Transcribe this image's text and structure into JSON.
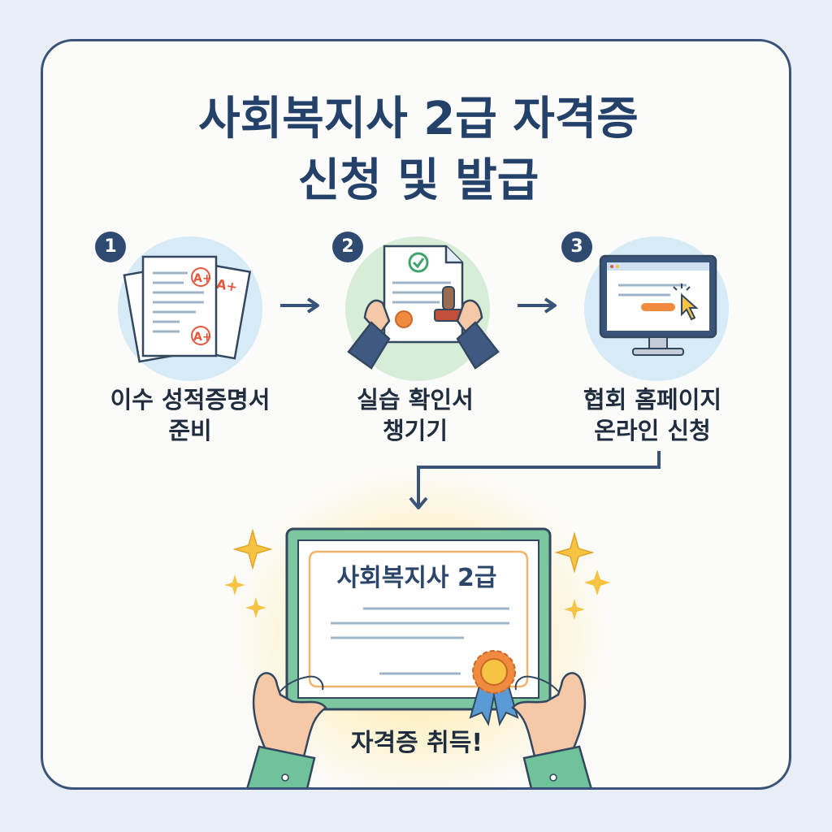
{
  "title": {
    "line1": "사회복지사 2급 자격증",
    "line2": "신청 및 발급"
  },
  "steps": [
    {
      "number": "1",
      "label_line1": "이수 성적증명서",
      "label_line2": "준비",
      "icon": "transcript-documents-icon",
      "badge1": "A+",
      "badge2": "A+",
      "badge3": "A+"
    },
    {
      "number": "2",
      "label_line1": "실습 확인서",
      "label_line2": "챙기기",
      "icon": "stamped-certificate-icon"
    },
    {
      "number": "3",
      "label_line1": "협회 홈페이지",
      "label_line2": "온라인 신청",
      "icon": "computer-monitor-icon"
    }
  ],
  "certificate": {
    "title": "사회복지사 2급",
    "caption": "자격증 취득!"
  },
  "colors": {
    "title": "#24416a",
    "border": "#3a5479",
    "step1_circle": "#d6ebf5",
    "step2_circle": "#d8edd8",
    "step3_circle": "#d6ebf5",
    "certificate_frame": "#7cc7a0",
    "accent_orange": "#f08a3e",
    "sparkle": "#f6c343"
  }
}
